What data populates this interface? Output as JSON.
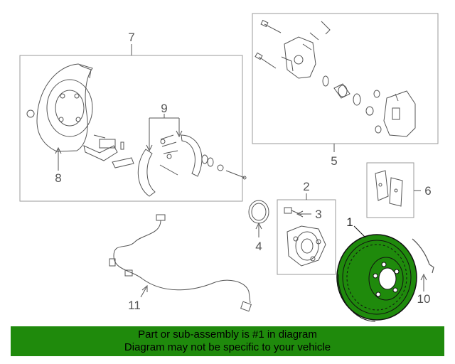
{
  "callouts": {
    "c1": "1",
    "c2": "2",
    "c3": "3",
    "c4": "4",
    "c5": "5",
    "c6": "6",
    "c7": "7",
    "c8": "8",
    "c9": "9",
    "c10": "10",
    "c11": "11"
  },
  "banner": {
    "line1": "Part or sub-assembly is #1 in diagram",
    "line2": "Diagram may not be specific to your vehicle"
  },
  "colors": {
    "highlight": "#1f8a0c",
    "line": "#555555",
    "box": "#999999"
  }
}
